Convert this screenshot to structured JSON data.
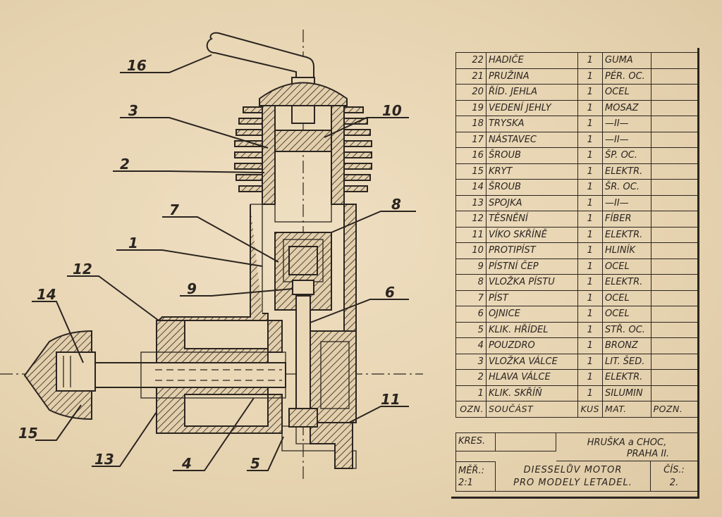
{
  "parts": [
    {
      "no": "22",
      "name": "HADIČE",
      "qty": "1",
      "mat": "GUMA"
    },
    {
      "no": "21",
      "name": "PRUŽINA",
      "qty": "1",
      "mat": "PÉR. OC."
    },
    {
      "no": "20",
      "name": "ŘÍD. JEHLA",
      "qty": "1",
      "mat": "OCEL"
    },
    {
      "no": "19",
      "name": "VEDENÍ JEHLY",
      "qty": "1",
      "mat": "MOSAZ"
    },
    {
      "no": "18",
      "name": "TRYSKA",
      "qty": "1",
      "mat": "—II—"
    },
    {
      "no": "17",
      "name": "NÁSTAVEC",
      "qty": "1",
      "mat": "—II—"
    },
    {
      "no": "16",
      "name": "ŠROUB",
      "qty": "1",
      "mat": "ŠP. OC."
    },
    {
      "no": "15",
      "name": "KRYT",
      "qty": "1",
      "mat": "ELEKTR."
    },
    {
      "no": "14",
      "name": "ŠROUB",
      "qty": "1",
      "mat": "ŠR. OC."
    },
    {
      "no": "13",
      "name": "SPOJKA",
      "qty": "1",
      "mat": "—II—"
    },
    {
      "no": "12",
      "name": "TĚSNĚNÍ",
      "qty": "1",
      "mat": "FÍBER"
    },
    {
      "no": "11",
      "name": "VÍKO SKŘÍNĚ",
      "qty": "1",
      "mat": "ELEKTR."
    },
    {
      "no": "10",
      "name": "PROTIPÍST",
      "qty": "1",
      "mat": "HLINÍK"
    },
    {
      "no": "9",
      "name": "PÍSTNÍ ČEP",
      "qty": "1",
      "mat": "OCEL"
    },
    {
      "no": "8",
      "name": "VLOŽKA PÍSTU",
      "qty": "1",
      "mat": "ELEKTR."
    },
    {
      "no": "7",
      "name": "PÍST",
      "qty": "1",
      "mat": "OCEL"
    },
    {
      "no": "6",
      "name": "OJNICE",
      "qty": "1",
      "mat": "OCEL"
    },
    {
      "no": "5",
      "name": "KLIK. HŘÍDEL",
      "qty": "1",
      "mat": "STŘ. OC."
    },
    {
      "no": "4",
      "name": "POUZDRO",
      "qty": "1",
      "mat": "BRONZ"
    },
    {
      "no": "3",
      "name": "VLOŽKA VÁLCE",
      "qty": "1",
      "mat": "LIT. ŠED."
    },
    {
      "no": "2",
      "name": "HLAVA VÁLCE",
      "qty": "1",
      "mat": "ELEKTR."
    },
    {
      "no": "1",
      "name": "KLIK. SKŘÍŇ",
      "qty": "1",
      "mat": "SILUMIN"
    }
  ],
  "header": {
    "no": "OZN.",
    "name": "SOUČÁST",
    "qty": "KUS",
    "mat": "MAT.",
    "note": "POZN."
  },
  "title_block": {
    "kres_label": "KRES.",
    "author": "HRUŠKA a CHOC,",
    "place": "PRAHA II.",
    "scale_label": "MĚŘ.:",
    "scale": "2:1",
    "title_line1": "DIESSELŮV MOTOR",
    "title_line2": "PRO MODELY LETADEL.",
    "number_label": "ČÍS.:",
    "number": "2."
  },
  "callouts": [
    "16",
    "3",
    "10",
    "2",
    "7",
    "8",
    "1",
    "12",
    "9",
    "6",
    "14",
    "11",
    "15",
    "13",
    "4",
    "5"
  ]
}
